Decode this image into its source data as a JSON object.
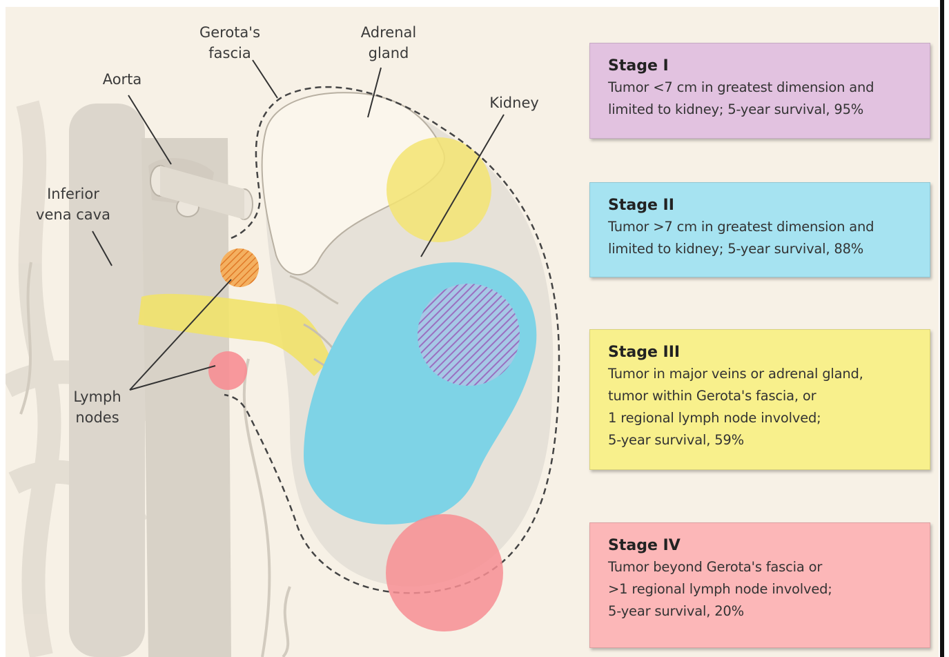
{
  "colors": {
    "background": "#f7f1e6",
    "anatomy": "#dcd6cc",
    "stage_1": "#e2c2e0",
    "stage_2": "#a6e3f1",
    "stage_3": "#f8f08c",
    "stage_4": "#fcb7b8",
    "kidney_tumor": "#7ed3e6",
    "adrenal_tumor": "#f3e472",
    "lymph_node_orange": "#f0a24a",
    "lymph_node_red": "#f78e93"
  },
  "labels": {
    "gerotas_fascia": "Gerota's\nfascia",
    "adrenal_gland": "Adrenal\ngland",
    "aorta": "Aorta",
    "kidney": "Kidney",
    "inferior_vena_cava": "Inferior\nvena cava",
    "lymph_nodes": "Lymph\nnodes"
  },
  "stages": [
    {
      "title": "Stage I",
      "description": "Tumor <7 cm in greatest dimension and\n limited to kidney; 5-year survival, 95%"
    },
    {
      "title": "Stage II",
      "description": "Tumor >7 cm in greatest dimension and\n limited to kidney; 5-year survival, 88%"
    },
    {
      "title": "Stage III",
      "description": "Tumor in major veins or adrenal gland,\n  tumor within Gerota's fascia, or\n  1 regional lymph node involved;\n  5-year survival, 59%"
    },
    {
      "title": "Stage IV",
      "description": "Tumor beyond Gerota's fascia or\n  >1 regional lymph node involved;\n  5-year survival, 20%"
    }
  ]
}
